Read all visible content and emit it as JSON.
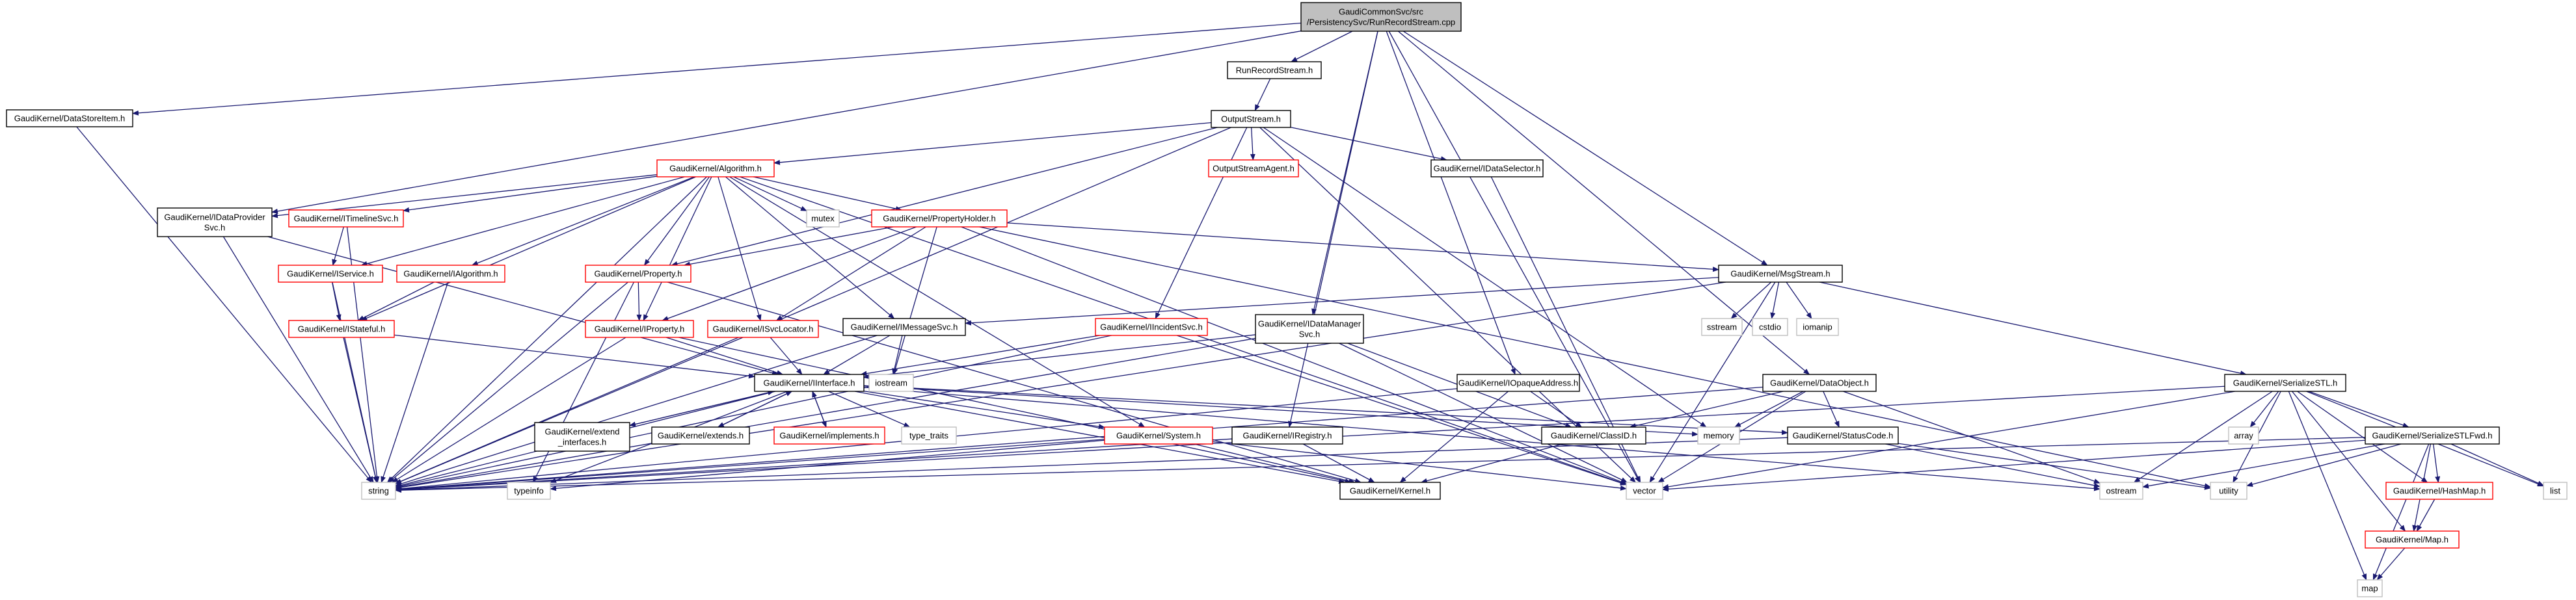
{
  "colors": {
    "edge": "#191970",
    "border_default": "#000000",
    "border_undocumented": "#ff0000",
    "border_external": "#bfbfbf",
    "fill_root": "#bfbfbf",
    "fill_default": "#ffffff"
  },
  "nodes": [
    {
      "id": "root",
      "kind": "root",
      "lines": [
        "GaudiCommonSvc/src",
        "/PersistencySvc/RunRecordStream.cpp"
      ]
    },
    {
      "id": "dsi",
      "kind": "default",
      "lines": [
        "GaudiKernel/DataStoreItem.h"
      ]
    },
    {
      "id": "rrs",
      "kind": "default",
      "lines": [
        "RunRecordStream.h"
      ]
    },
    {
      "id": "os",
      "kind": "default",
      "lines": [
        "OutputStream.h"
      ]
    },
    {
      "id": "alg",
      "kind": "red",
      "lines": [
        "GaudiKernel/Algorithm.h"
      ]
    },
    {
      "id": "osa",
      "kind": "red",
      "lines": [
        "OutputStreamAgent.h"
      ]
    },
    {
      "id": "ids",
      "kind": "default",
      "lines": [
        "GaudiKernel/IDataSelector.h"
      ]
    },
    {
      "id": "idp",
      "kind": "default",
      "lines": [
        "GaudiKernel/IDataProvider",
        "Svc.h"
      ]
    },
    {
      "id": "its",
      "kind": "red",
      "lines": [
        "GaudiKernel/ITimelineSvc.h"
      ]
    },
    {
      "id": "mutex",
      "kind": "gray",
      "lines": [
        "mutex"
      ]
    },
    {
      "id": "ph",
      "kind": "red",
      "lines": [
        "GaudiKernel/PropertyHolder.h"
      ]
    },
    {
      "id": "isvc",
      "kind": "red",
      "lines": [
        "GaudiKernel/IService.h"
      ]
    },
    {
      "id": "ialg",
      "kind": "red",
      "lines": [
        "GaudiKernel/IAlgorithm.h"
      ]
    },
    {
      "id": "prop",
      "kind": "red",
      "lines": [
        "GaudiKernel/Property.h"
      ]
    },
    {
      "id": "ms",
      "kind": "default",
      "lines": [
        "GaudiKernel/MsgStream.h"
      ]
    },
    {
      "id": "isf",
      "kind": "red",
      "lines": [
        "GaudiKernel/IStateful.h"
      ]
    },
    {
      "id": "iprop",
      "kind": "red",
      "lines": [
        "GaudiKernel/IProperty.h"
      ]
    },
    {
      "id": "isl",
      "kind": "red",
      "lines": [
        "GaudiKernel/ISvcLocator.h"
      ]
    },
    {
      "id": "imsg",
      "kind": "default",
      "lines": [
        "GaudiKernel/IMessageSvc.h"
      ]
    },
    {
      "id": "iinc",
      "kind": "red",
      "lines": [
        "GaudiKernel/IIncidentSvc.h"
      ]
    },
    {
      "id": "idm",
      "kind": "default",
      "lines": [
        "GaudiKernel/IDataManager",
        "Svc.h"
      ]
    },
    {
      "id": "sstream",
      "kind": "gray",
      "lines": [
        "sstream"
      ]
    },
    {
      "id": "cstdio",
      "kind": "gray",
      "lines": [
        "cstdio"
      ]
    },
    {
      "id": "iomanip",
      "kind": "gray",
      "lines": [
        "iomanip"
      ]
    },
    {
      "id": "iint",
      "kind": "default",
      "lines": [
        "GaudiKernel/IInterface.h"
      ]
    },
    {
      "id": "iostream",
      "kind": "gray",
      "lines": [
        "iostream"
      ]
    },
    {
      "id": "ioa",
      "kind": "default",
      "lines": [
        "GaudiKernel/IOpaqueAddress.h"
      ]
    },
    {
      "id": "dobj",
      "kind": "default",
      "lines": [
        "GaudiKernel/DataObject.h"
      ]
    },
    {
      "id": "sstl",
      "kind": "default",
      "lines": [
        "GaudiKernel/SerializeSTL.h"
      ]
    },
    {
      "id": "ext_if",
      "kind": "default",
      "lines": [
        "GaudiKernel/extend",
        "_interfaces.h"
      ]
    },
    {
      "id": "extends",
      "kind": "default",
      "lines": [
        "GaudiKernel/extends.h"
      ]
    },
    {
      "id": "impl",
      "kind": "red",
      "lines": [
        "GaudiKernel/implements.h"
      ]
    },
    {
      "id": "typetraits",
      "kind": "gray",
      "lines": [
        "type_traits"
      ]
    },
    {
      "id": "system",
      "kind": "red",
      "lines": [
        "GaudiKernel/System.h"
      ]
    },
    {
      "id": "ireg",
      "kind": "default",
      "lines": [
        "GaudiKernel/IRegistry.h"
      ]
    },
    {
      "id": "memory",
      "kind": "gray",
      "lines": [
        "memory"
      ]
    },
    {
      "id": "clid",
      "kind": "default",
      "lines": [
        "GaudiKernel/ClassID.h"
      ]
    },
    {
      "id": "sc",
      "kind": "default",
      "lines": [
        "GaudiKernel/StatusCode.h"
      ]
    },
    {
      "id": "array",
      "kind": "gray",
      "lines": [
        "array"
      ]
    },
    {
      "id": "sstlf",
      "kind": "default",
      "lines": [
        "GaudiKernel/SerializeSTLFwd.h"
      ]
    },
    {
      "id": "string",
      "kind": "gray",
      "lines": [
        "string"
      ]
    },
    {
      "id": "typeinfo",
      "kind": "gray",
      "lines": [
        "typeinfo"
      ]
    },
    {
      "id": "kernel",
      "kind": "default",
      "lines": [
        "GaudiKernel/Kernel.h"
      ]
    },
    {
      "id": "vector",
      "kind": "gray",
      "lines": [
        "vector"
      ]
    },
    {
      "id": "ostream",
      "kind": "gray",
      "lines": [
        "ostream"
      ]
    },
    {
      "id": "utility",
      "kind": "gray",
      "lines": [
        "utility"
      ]
    },
    {
      "id": "hashmap",
      "kind": "red",
      "lines": [
        "GaudiKernel/HashMap.h"
      ]
    },
    {
      "id": "list",
      "kind": "gray",
      "lines": [
        "list"
      ]
    },
    {
      "id": "map_h",
      "kind": "red",
      "lines": [
        "GaudiKernel/Map.h"
      ]
    },
    {
      "id": "map",
      "kind": "gray",
      "lines": [
        "map"
      ]
    }
  ],
  "edges": [
    [
      "root",
      "dsi"
    ],
    [
      "root",
      "rrs"
    ],
    [
      "root",
      "idp"
    ],
    [
      "root",
      "ms"
    ],
    [
      "root",
      "idm"
    ],
    [
      "root",
      "ioa"
    ],
    [
      "root",
      "dobj"
    ],
    [
      "root",
      "ireg"
    ],
    [
      "root",
      "vector"
    ],
    [
      "dsi",
      "string"
    ],
    [
      "rrs",
      "os"
    ],
    [
      "os",
      "alg"
    ],
    [
      "os",
      "osa"
    ],
    [
      "os",
      "ids"
    ],
    [
      "os",
      "prop"
    ],
    [
      "os",
      "iinc"
    ],
    [
      "os",
      "string"
    ],
    [
      "os",
      "vector"
    ],
    [
      "os",
      "memory"
    ],
    [
      "alg",
      "idp"
    ],
    [
      "alg",
      "its"
    ],
    [
      "alg",
      "mutex"
    ],
    [
      "alg",
      "ph"
    ],
    [
      "alg",
      "isvc"
    ],
    [
      "alg",
      "ialg"
    ],
    [
      "alg",
      "prop"
    ],
    [
      "alg",
      "iprop"
    ],
    [
      "alg",
      "isl"
    ],
    [
      "alg",
      "imsg"
    ],
    [
      "alg",
      "system"
    ],
    [
      "alg",
      "string"
    ],
    [
      "alg",
      "vector"
    ],
    [
      "alg",
      "isf"
    ],
    [
      "ids",
      "vector"
    ],
    [
      "idp",
      "iint"
    ],
    [
      "idp",
      "string"
    ],
    [
      "its",
      "isvc"
    ],
    [
      "its",
      "string"
    ],
    [
      "ph",
      "prop"
    ],
    [
      "ph",
      "iprop"
    ],
    [
      "ph",
      "ms"
    ],
    [
      "ph",
      "isl"
    ],
    [
      "ph",
      "iostream"
    ],
    [
      "ph",
      "utility"
    ],
    [
      "ph",
      "vector"
    ],
    [
      "isvc",
      "isf"
    ],
    [
      "isvc",
      "string"
    ],
    [
      "ialg",
      "isf"
    ],
    [
      "ialg",
      "string"
    ],
    [
      "prop",
      "iprop"
    ],
    [
      "prop",
      "string"
    ],
    [
      "prop",
      "typeinfo"
    ],
    [
      "prop",
      "kernel"
    ],
    [
      "ms",
      "imsg"
    ],
    [
      "ms",
      "sstream"
    ],
    [
      "ms",
      "cstdio"
    ],
    [
      "ms",
      "iomanip"
    ],
    [
      "ms",
      "vector"
    ],
    [
      "ms",
      "sstl"
    ],
    [
      "ms",
      "string"
    ],
    [
      "isf",
      "iint"
    ],
    [
      "isf",
      "string"
    ],
    [
      "iprop",
      "iint"
    ],
    [
      "iprop",
      "string"
    ],
    [
      "iprop",
      "kernel"
    ],
    [
      "isl",
      "iint"
    ],
    [
      "isl",
      "string"
    ],
    [
      "imsg",
      "iint"
    ],
    [
      "imsg",
      "iostream"
    ],
    [
      "imsg",
      "string"
    ],
    [
      "iinc",
      "iint"
    ],
    [
      "iinc",
      "string"
    ],
    [
      "iinc",
      "vector"
    ],
    [
      "idm",
      "iint"
    ],
    [
      "idm",
      "clid"
    ],
    [
      "idm",
      "string"
    ],
    [
      "idm",
      "vector"
    ],
    [
      "iint",
      "ext_if"
    ],
    [
      "iint",
      "extends"
    ],
    [
      "iint",
      "impl"
    ],
    [
      "iint",
      "typetraits"
    ],
    [
      "iint",
      "system"
    ],
    [
      "iint",
      "kernel"
    ],
    [
      "iint",
      "sc"
    ],
    [
      "iint",
      "string"
    ],
    [
      "iint",
      "memory"
    ],
    [
      "iint",
      "typeinfo"
    ],
    [
      "iint",
      "ostream"
    ],
    [
      "ext_if",
      "iint"
    ],
    [
      "extends",
      "iint"
    ],
    [
      "impl",
      "iint"
    ],
    [
      "ioa",
      "kernel"
    ],
    [
      "ioa",
      "string"
    ],
    [
      "ioa",
      "clid"
    ],
    [
      "dobj",
      "clid"
    ],
    [
      "dobj",
      "sc"
    ],
    [
      "dobj",
      "string"
    ],
    [
      "dobj",
      "memory"
    ],
    [
      "dobj",
      "vector"
    ],
    [
      "dobj",
      "ostream"
    ],
    [
      "sstl",
      "array"
    ],
    [
      "sstl",
      "sstlf"
    ],
    [
      "sstl",
      "list"
    ],
    [
      "sstl",
      "map"
    ],
    [
      "sstl",
      "ostream"
    ],
    [
      "sstl",
      "utility"
    ],
    [
      "sstl",
      "vector"
    ],
    [
      "sstl",
      "hashmap"
    ],
    [
      "sstl",
      "map_h"
    ],
    [
      "sstl",
      "string"
    ],
    [
      "system",
      "kernel"
    ],
    [
      "system",
      "string"
    ],
    [
      "system",
      "typeinfo"
    ],
    [
      "system",
      "vector"
    ],
    [
      "ireg",
      "kernel"
    ],
    [
      "ireg",
      "string"
    ],
    [
      "clid",
      "kernel"
    ],
    [
      "sc",
      "ostream"
    ],
    [
      "sc",
      "utility"
    ],
    [
      "sc",
      "string"
    ],
    [
      "sstlf",
      "hashmap"
    ],
    [
      "sstlf",
      "map_h"
    ],
    [
      "sstlf",
      "list"
    ],
    [
      "sstlf",
      "utility"
    ],
    [
      "sstlf",
      "vector"
    ],
    [
      "sstlf",
      "string"
    ],
    [
      "sstlf",
      "map"
    ],
    [
      "sstlf",
      "ostream"
    ],
    [
      "hashmap",
      "map_h"
    ],
    [
      "map_h",
      "map"
    ]
  ]
}
